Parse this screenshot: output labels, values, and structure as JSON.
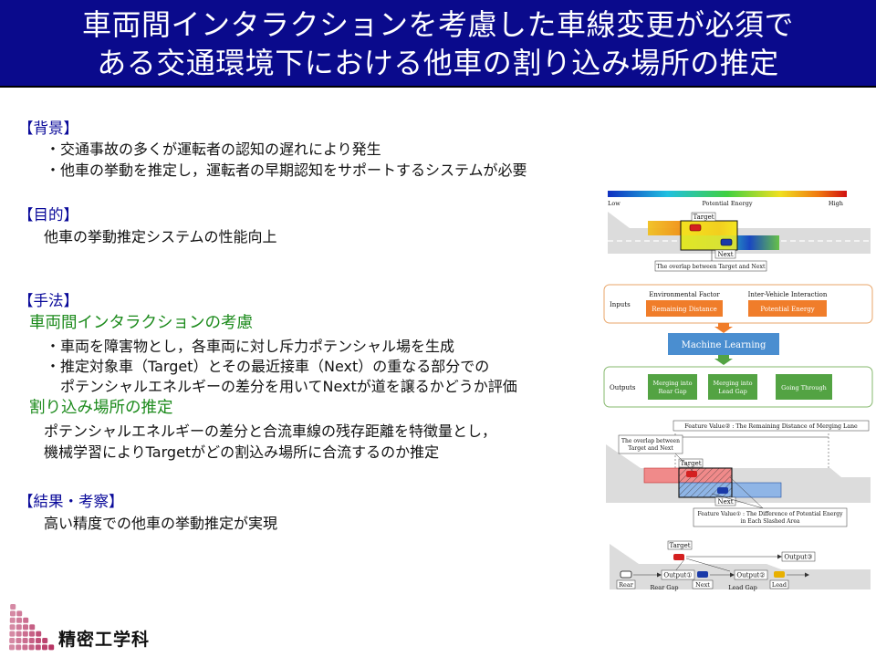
{
  "title": {
    "line1": "車両間インタラクションを考慮した車線変更が必須で",
    "line2": "ある交通環境下における他車の割り込み場所の推定"
  },
  "background": {
    "heading": "【背景】",
    "bullets": [
      "・交通事故の多くが運転者の認知の遅れにより発生",
      "・他車の挙動を推定し，運転者の早期認知をサポートするシステムが必要"
    ]
  },
  "purpose": {
    "heading": "【目的】",
    "text": "他車の挙動推定システムの性能向上"
  },
  "method": {
    "heading": "【手法】",
    "sub1": "車両間インタラクションの考慮",
    "sub1_bullets": [
      "・車両を障害物とし，各車両に対し斥力ポテンシャル場を生成",
      "・推定対象車（Target）とその最近接車（Next）の重なる部分での",
      "ポテンシャルエネルギーの差分を用いてNextが道を譲るかどうか評価"
    ],
    "sub2": "割り込み場所の推定",
    "sub2_lines": [
      "ポテンシャルエネルギーの差分と合流車線の残存距離を特徴量とし，",
      "機械学習によりTargetがどの割込み場所に合流するのか推定"
    ]
  },
  "results": {
    "heading": "【結果・考察】",
    "text": "高い精度での他車の挙動推定が実現"
  },
  "logo": {
    "text": "精密工学科"
  },
  "figure1": {
    "low": "Low",
    "title": "Potential Energy",
    "high": "High",
    "target": "Target",
    "next": "Next",
    "overlap": "The overlap between Target and Next",
    "colors": {
      "target_car": "#d42020",
      "next_car": "#1a3aa8"
    }
  },
  "figure2": {
    "inputs": "Inputs",
    "env_factor": "Environmental Factor",
    "inter_vehicle": "Inter-Vehicle Interaction",
    "remaining_distance": "Remaining Distance",
    "potential_energy": "Potential Energy",
    "ml": "Machine Learning",
    "outputs": "Outputs",
    "out1_line1": "Merging into",
    "out1_line2": "Rear Gap",
    "out2_line1": "Merging into",
    "out2_line2": "Lead Gap",
    "out3": "Going Through",
    "colors": {
      "input_box": "#f07d2a",
      "ml_box": "#4a8ed0",
      "output_box": "#53a343",
      "arrow_orange": "#f07d2a",
      "arrow_green": "#53a343"
    }
  },
  "figure3": {
    "feature2": "Feature Value② : The Remaining Distance of Merging Lane",
    "overlap_line1": "The overlap between",
    "overlap_line2": "Target and Next",
    "target": "Target",
    "next": "Next",
    "feature1_line1": "Feature Value① : The Difference of Potential Energy",
    "feature1_line2": "in Each Slashed Area"
  },
  "figure4": {
    "target": "Target",
    "output3": "Output③",
    "rear": "Rear",
    "output1": "Output①",
    "next": "Next",
    "output2": "Output②",
    "lead": "Lead",
    "rear_gap": "Rear Gap",
    "lead_gap": "Lead Gap",
    "colors": {
      "target_car": "#d42020",
      "next_car": "#1a3aa8",
      "lead_car": "#e8b000"
    }
  }
}
